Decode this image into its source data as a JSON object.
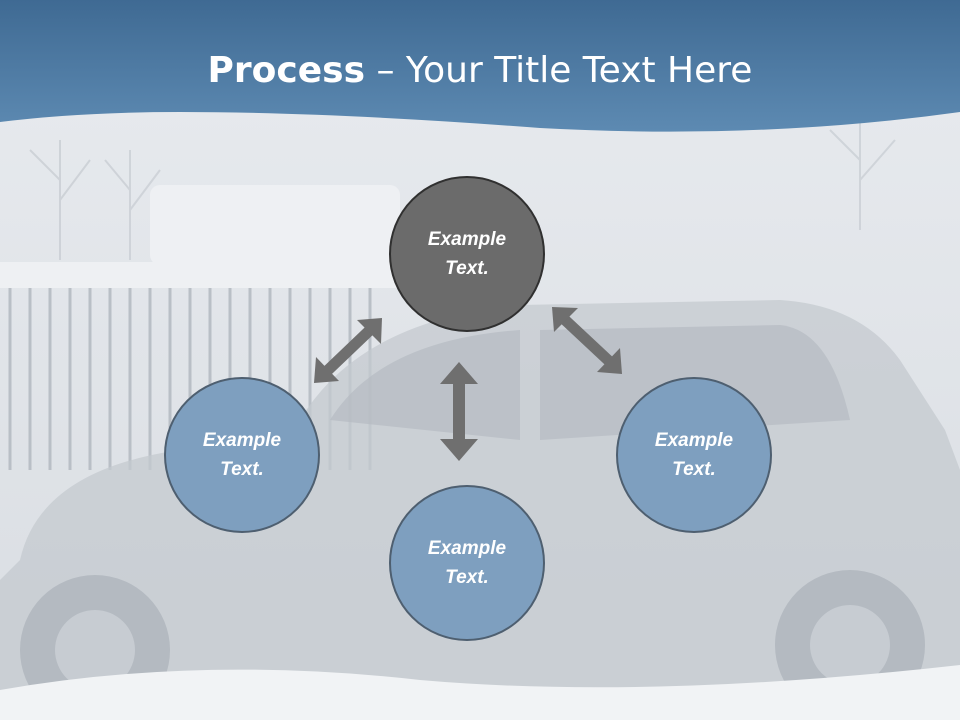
{
  "slide": {
    "title_bold": "Process",
    "title_rest": " – Your Title Text Here"
  },
  "nodes": {
    "top": {
      "line1": "Example",
      "line2": "Text."
    },
    "left": {
      "line1": "Example",
      "line2": "Text."
    },
    "right": {
      "line1": "Example",
      "line2": "Text."
    },
    "bottom": {
      "line1": "Example",
      "line2": "Text."
    }
  },
  "colors": {
    "header": "#4e7ba3",
    "center_node": "#6b6b6b",
    "outer_node": "#7e9fbf",
    "arrow": "#6f6f6f"
  }
}
